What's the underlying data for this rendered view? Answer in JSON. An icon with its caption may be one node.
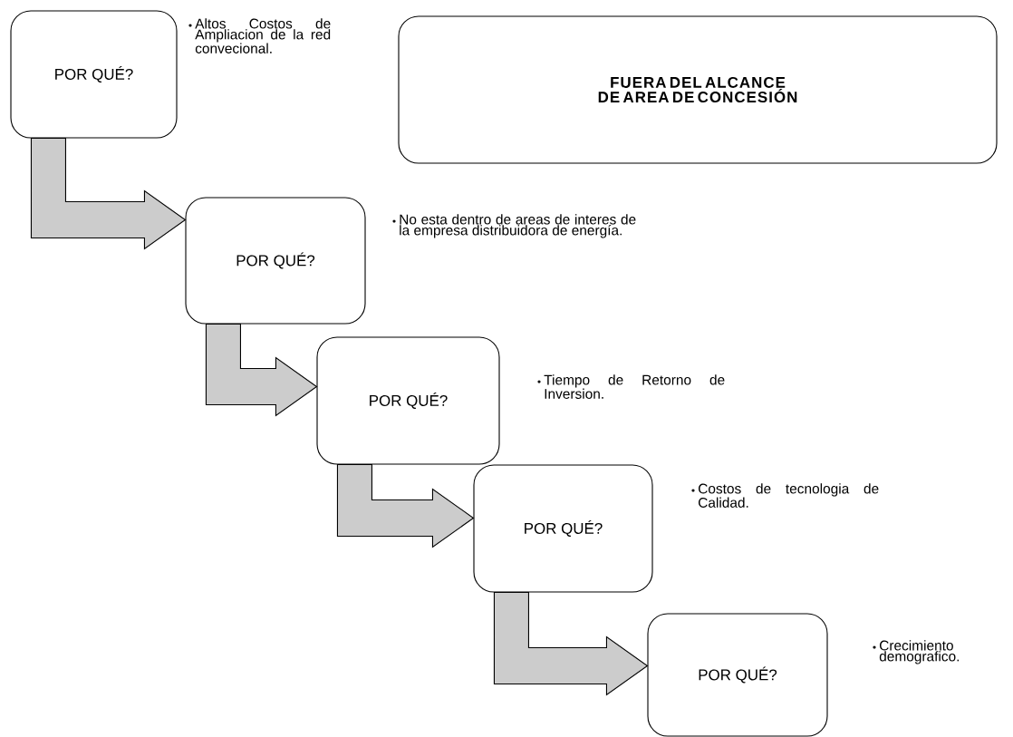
{
  "diagram": {
    "nodes": [
      {
        "text": [
          "POR QUÉ?"
        ],
        "beside": [
          "Altos Costos de Ampliacion de la red convecional."
        ]
      },
      {
        "text": [
          "FUERA DEL ALCANCE DE AREA DE CONCESIÓN"
        ]
      },
      {
        "text": [
          "POR QUÉ?"
        ],
        "beside": [
          "No esta dentro de areas de interes de la empresa distribuidora de energía."
        ]
      },
      {
        "text": [
          "POR QUÉ?"
        ],
        "beside": [
          "Tiempo de Retorno de Inversion."
        ]
      },
      {
        "text": [
          "POR QUÉ?"
        ],
        "beside": [
          "Costos de tecnologia de Calidad."
        ]
      },
      {
        "text": [
          "POR QUÉ?"
        ],
        "beside": [
          "Crecimiento demografico."
        ]
      }
    ],
    "edges": [
      {
        "from": 0,
        "to": 2,
        "arrow": "to"
      },
      {
        "from": 2,
        "to": 3,
        "arrow": "to"
      },
      {
        "from": 3,
        "to": 4,
        "arrow": "to"
      },
      {
        "from": 4,
        "to": 5,
        "arrow": "to"
      }
    ]
  }
}
